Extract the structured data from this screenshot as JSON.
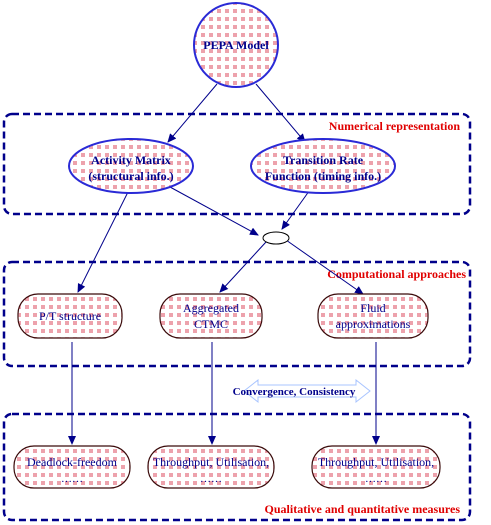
{
  "colors": {
    "node_border": "#2a2ad6",
    "rounded_border": "#3a0a0a",
    "arrow": "#00008b",
    "dashed_box": "#00008b",
    "section_title": "#e00000",
    "text": "#00008b",
    "pattern": "#e06070",
    "convergence_arrow": "#a8c4ff"
  },
  "nodes": {
    "pepa_model": "PEPA Model",
    "activity_matrix": [
      "Activity Matrix",
      "(structural info.)"
    ],
    "transition_rate": [
      "Transition Rate",
      "Function (timing info.)"
    ],
    "pt_structure": "P/T structure",
    "aggregated_ctmc": [
      "Aggregated",
      "CTMC"
    ],
    "fluid_approx": [
      "Fluid",
      "approximations"
    ],
    "deadlock": [
      "Deadlock-freedom",
      "……"
    ],
    "throughput_1": [
      "Throughput, Utilisation,",
      "……"
    ],
    "throughput_2": [
      "Throughput, Utilisation,",
      "……"
    ]
  },
  "sections": {
    "numerical": "Numerical representation",
    "computational": "Computational approaches",
    "measures": "Qualitative and quantitative measures"
  },
  "convergence_label": "Convergence, Consistency"
}
